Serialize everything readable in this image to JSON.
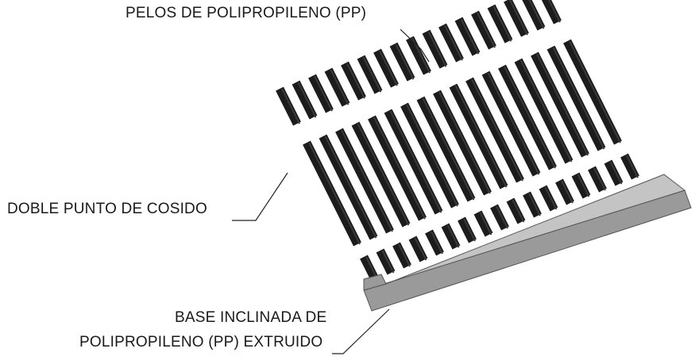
{
  "labels": {
    "pp_fibers": "PELOS DE POLIPROPILENO (PP)",
    "double_stitch": "DOBLE PUNTO DE COSIDO",
    "base_line1": "BASE INCLINADA DE",
    "base_line2": "POLIPROPILENO (PP) EXTRUIDO"
  },
  "colors": {
    "fiber": "#1c1c1c",
    "fiber_shade": "#3a3a3a",
    "base_top": "#c4c4c4",
    "base_face": "#9a9a9a",
    "leader": "#222222",
    "text": "#1a1a1a"
  }
}
